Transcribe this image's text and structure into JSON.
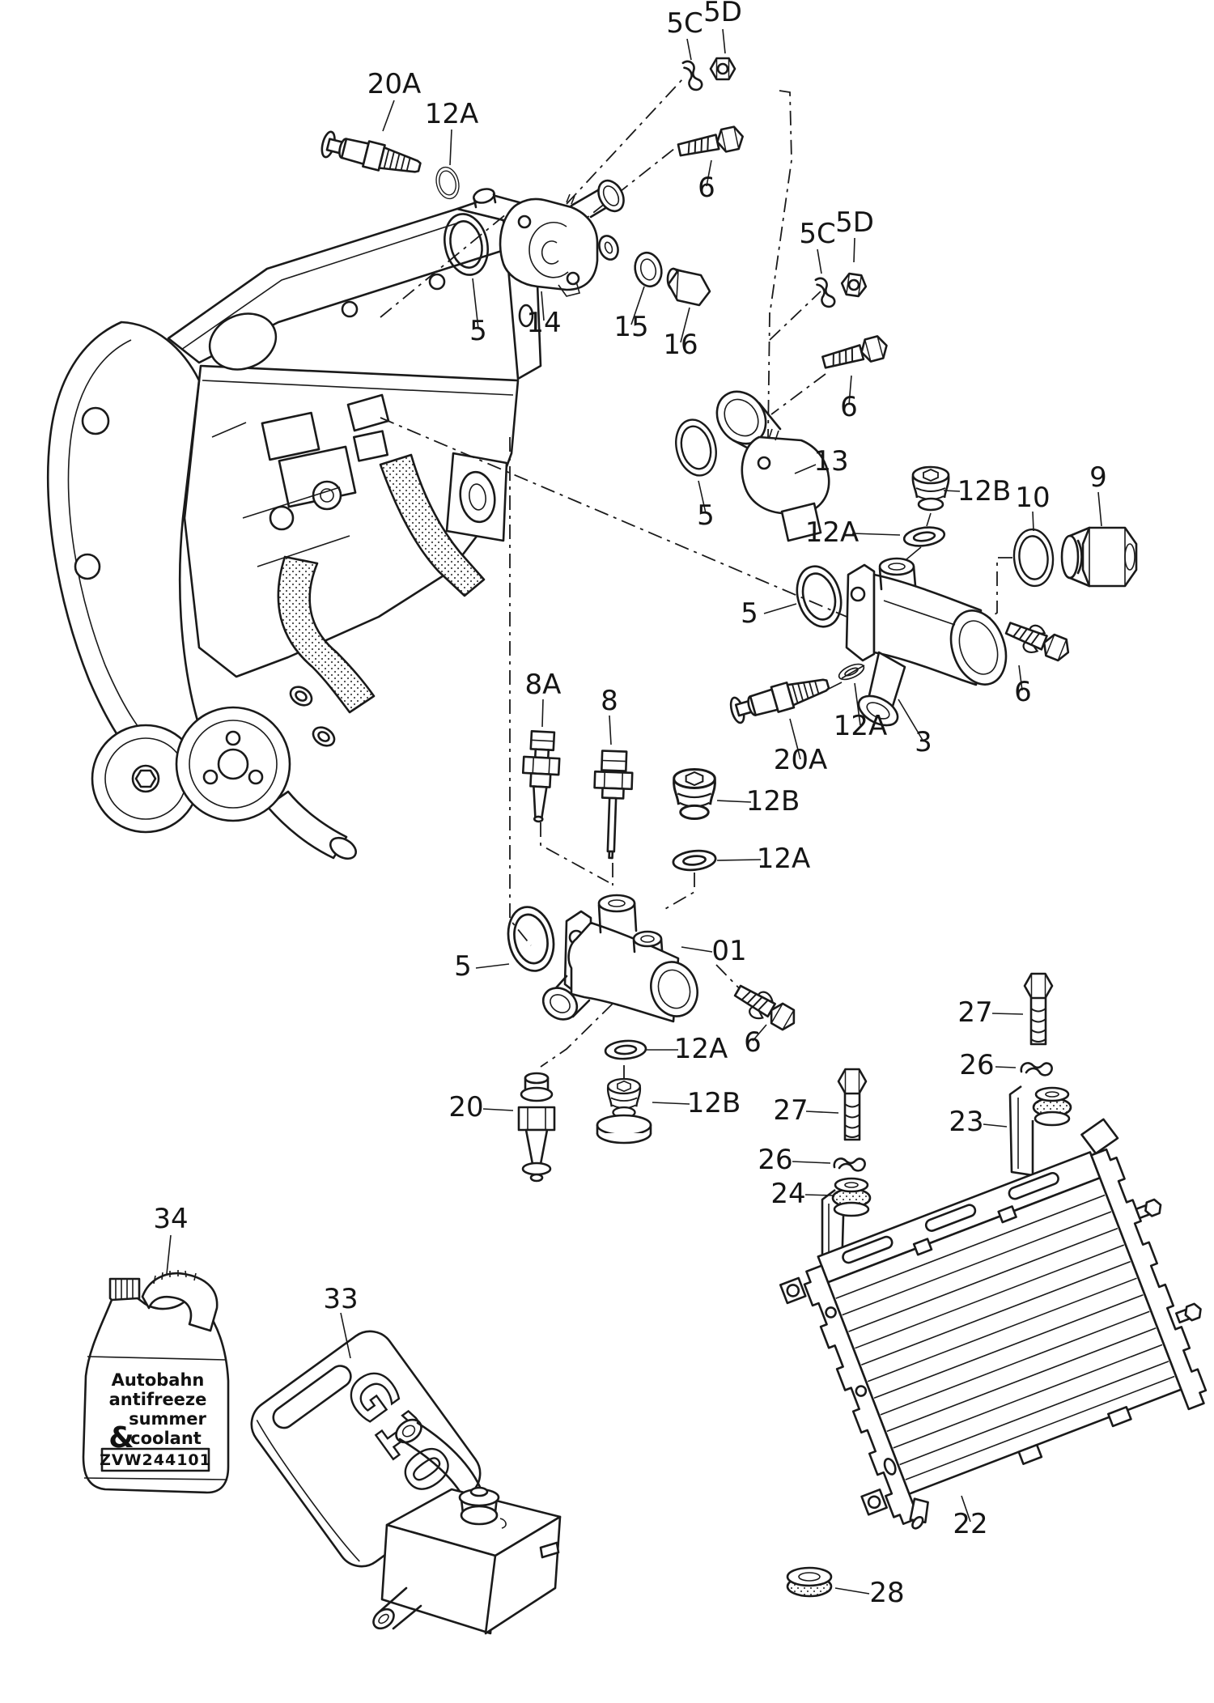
{
  "colors": {
    "ink": "#1a1a1a",
    "paper": "#ffffff"
  },
  "callouts": [
    {
      "label": "5C"
    },
    {
      "label": "5D"
    },
    {
      "label": "6"
    },
    {
      "label": "20A"
    },
    {
      "label": "12A"
    },
    {
      "label": "5"
    },
    {
      "label": "14"
    },
    {
      "label": "15"
    },
    {
      "label": "16"
    },
    {
      "label": "5C"
    },
    {
      "label": "5D"
    },
    {
      "label": "6"
    },
    {
      "label": "13"
    },
    {
      "label": "5"
    },
    {
      "label": "12B"
    },
    {
      "label": "10"
    },
    {
      "label": "9"
    },
    {
      "label": "12A"
    },
    {
      "label": "5"
    },
    {
      "label": "12A"
    },
    {
      "label": "20A"
    },
    {
      "label": "3"
    },
    {
      "label": "6"
    },
    {
      "label": "8A"
    },
    {
      "label": "8"
    },
    {
      "label": "12B"
    },
    {
      "label": "12A"
    },
    {
      "label": "01"
    },
    {
      "label": "5"
    },
    {
      "label": "6"
    },
    {
      "label": "12A"
    },
    {
      "label": "20"
    },
    {
      "label": "12B"
    },
    {
      "label": "27"
    },
    {
      "label": "26"
    },
    {
      "label": "24"
    },
    {
      "label": "27"
    },
    {
      "label": "26"
    },
    {
      "label": "23"
    },
    {
      "label": "34"
    },
    {
      "label": "33"
    },
    {
      "label": "22"
    },
    {
      "label": "28"
    }
  ],
  "jug": {
    "line1": "Autobahn",
    "line2": "antifreeze",
    "line3": "summer",
    "line4": "coolant",
    "amp": "&",
    "code": "ZVW244101"
  },
  "canister": {
    "text": "G10"
  }
}
